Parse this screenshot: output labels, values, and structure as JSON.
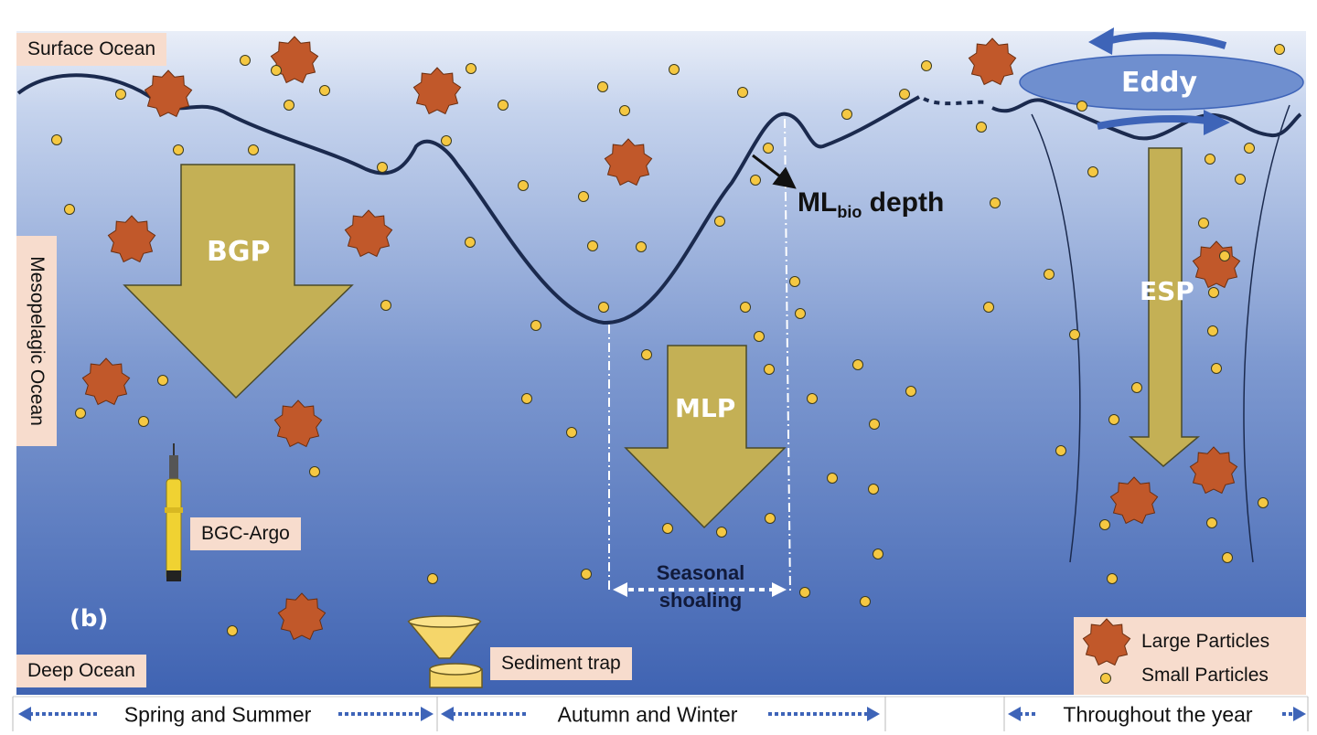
{
  "labels": {
    "surface_ocean": "Surface Ocean",
    "mesopelagic_ocean": "Mesopelagic Ocean",
    "deep_ocean": "Deep Ocean",
    "bgp": "BGP",
    "mlp": "MLP",
    "esp": "ESP",
    "eddy": "Eddy",
    "ml_prefix": "ML",
    "ml_sub": "bio",
    "ml_suffix": " depth",
    "seasonal_line1": "Seasonal",
    "seasonal_line2": "shoaling",
    "bgc_argo": "BGC-Argo",
    "sediment_trap": "Sediment trap",
    "panel": "(b)"
  },
  "legend": {
    "large": "Large Particles",
    "small": "Small Particles"
  },
  "timeline": {
    "spring": "Spring and Summer",
    "autumn": "Autumn and Winter",
    "year": "Throughout the year"
  },
  "colors": {
    "ocean_top": "#cfdcf0",
    "ocean_mid": "#7e99d0",
    "ocean_bottom": "#3f63b2",
    "arrow_fill": "#c4b055",
    "large_particle": "#c1582a",
    "small_particle": "#f5c842",
    "label_box": "#f7dccd",
    "mld_line": "#1b2a4e",
    "eddy": "#6f8fcf"
  }
}
